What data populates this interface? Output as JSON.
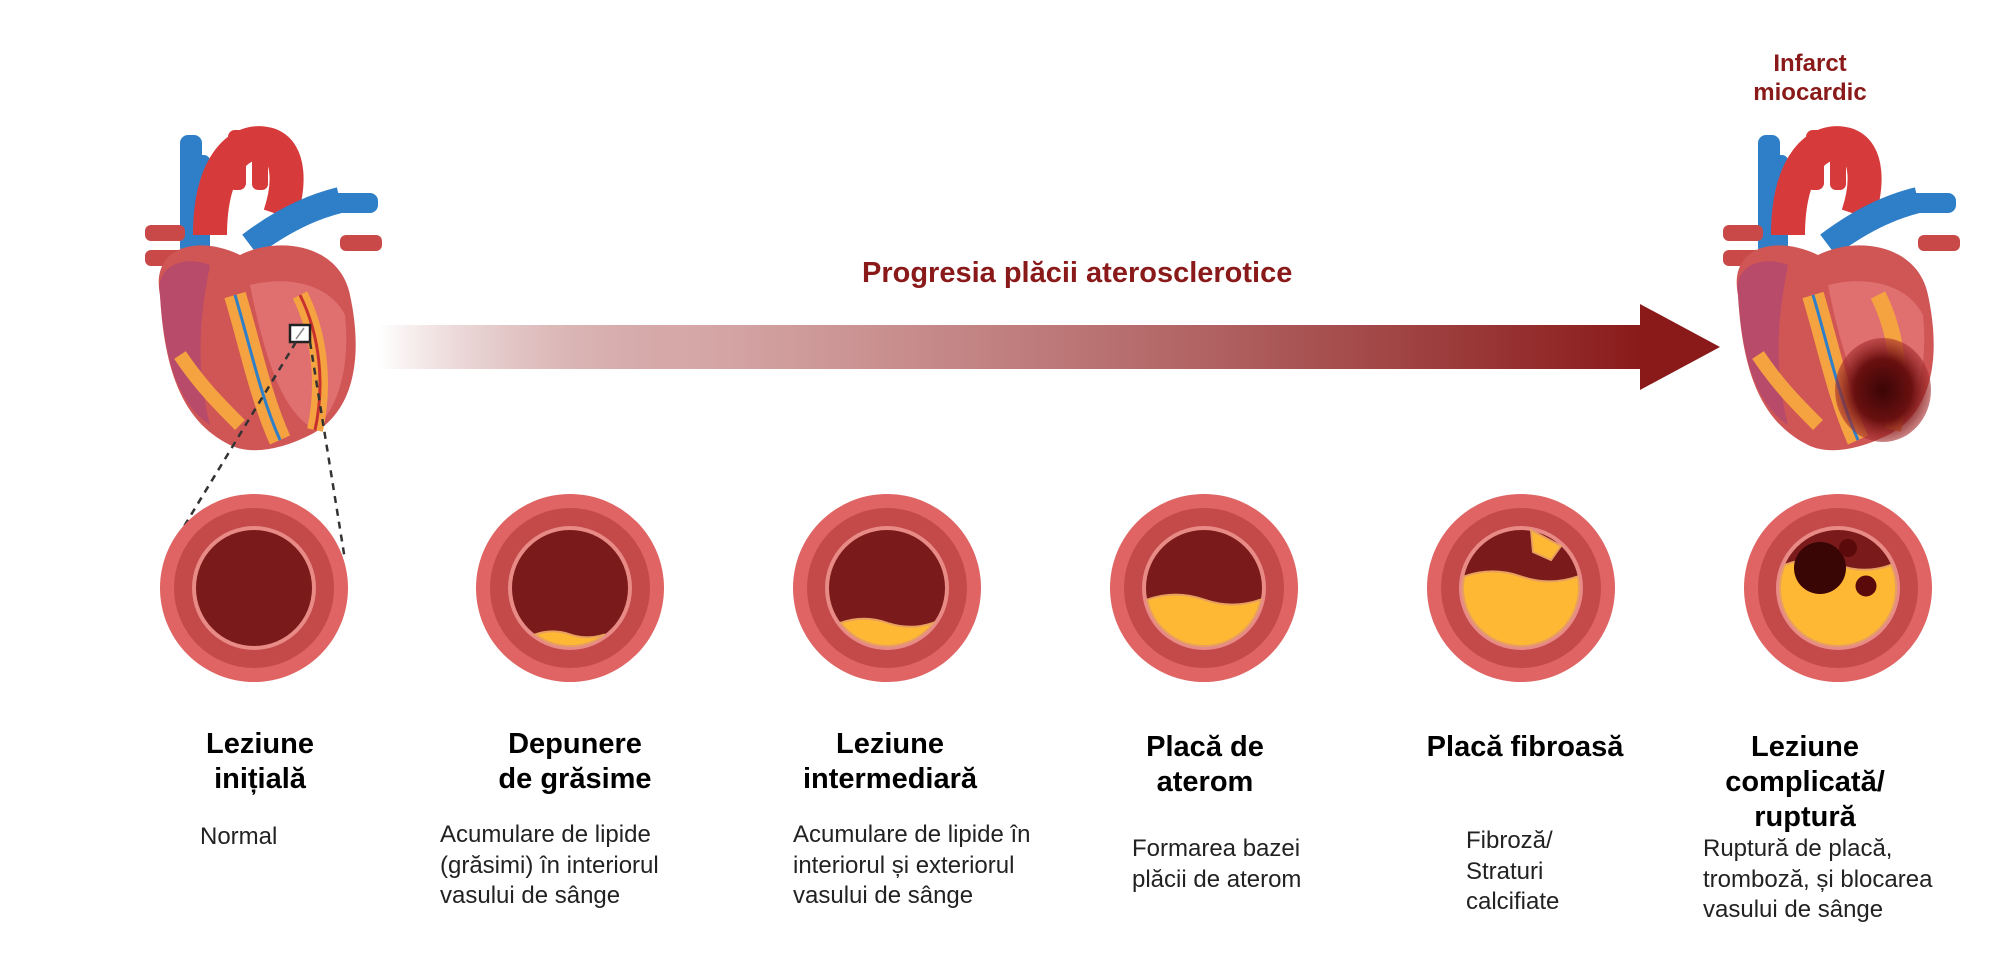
{
  "header": {
    "progression_label": "Progresia plăcii aterosclerotice",
    "infarct_label_line1": "Infarct",
    "infarct_label_line2": "miocardic"
  },
  "stages": [
    {
      "title_line1": "Leziune",
      "title_line2": "inițială",
      "title_line3": "",
      "desc_lines": [
        "Normal",
        "",
        ""
      ],
      "plaque_level": 0,
      "stage_type": "normal"
    },
    {
      "title_line1": "Depunere",
      "title_line2": "de grăsime",
      "title_line3": "",
      "desc_lines": [
        "Acumulare de lipide",
        "(grăsimi)  în interiorul",
        "vasului de sânge"
      ],
      "plaque_level": 0.1,
      "stage_type": "fatty"
    },
    {
      "title_line1": "Leziune",
      "title_line2": "intermediară",
      "title_line3": "",
      "desc_lines": [
        "Acumulare de lipide în",
        "interiorul și exteriorul",
        "vasului de sânge"
      ],
      "plaque_level": 0.2,
      "stage_type": "intermediate"
    },
    {
      "title_line1": "Placă de",
      "title_line2": "aterom",
      "title_line3": "",
      "desc_lines": [
        "Formarea bazei",
        "plăcii de aterom",
        ""
      ],
      "plaque_level": 0.4,
      "stage_type": "atheroma"
    },
    {
      "title_line1": "Placă fibroasă",
      "title_line2": "",
      "title_line3": "",
      "desc_lines": [
        "Fibroză/",
        "Straturi",
        "calcifiate"
      ],
      "plaque_level": 0.6,
      "stage_type": "fibrous"
    },
    {
      "title_line1": "Leziune",
      "title_line2": "complicată/",
      "title_line3": "ruptură",
      "desc_lines": [
        "Ruptură de placă,",
        "tromboză, și blocarea",
        "vasului de sânge"
      ],
      "plaque_level": 0.7,
      "stage_type": "rupture"
    }
  ],
  "colors": {
    "arrow": "#8a1a1a",
    "vessel_outer": "#e06464",
    "vessel_mid": "#c44a4a",
    "vessel_inner_ring": "#e88a86",
    "lumen": "#7a1a1a",
    "plaque": "#ffb833",
    "title_red": "#8a1a1a"
  },
  "icons": [
    "heart-icon",
    "heart-infarct-icon"
  ]
}
